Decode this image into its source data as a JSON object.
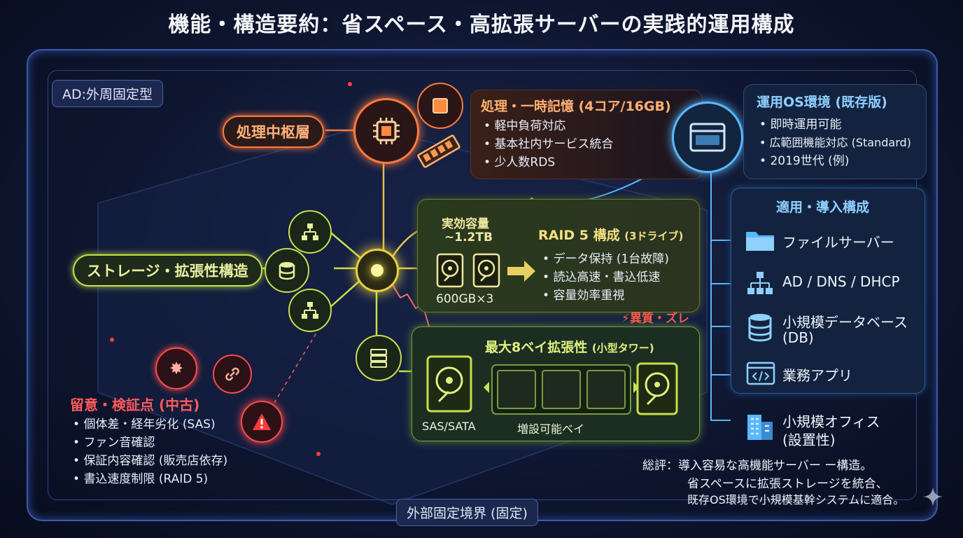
{
  "title": "機能・構造要約：省スペース・高拡張サーバーの実践的運用構成",
  "tag_ad": "AD:外周固定型",
  "tag_boundary": "外部固定境界 (固定)",
  "processing": {
    "pill": "処理中枢層",
    "heading": "処理・一時記憶 (4コア/16GB)",
    "items": [
      "軽中負荷対応",
      "基本社内サービス統合",
      "少人数RDS"
    ]
  },
  "os_env": {
    "heading": "運用OS環境 (既存版)",
    "items": [
      "即時運用可能",
      "広範囲機能対応 (Standard)",
      "2019世代 (例)"
    ]
  },
  "storage_pill": "ストレージ・拡張性構造",
  "capacity": {
    "label": "実効容量",
    "value": "~1.2TB",
    "drives": "600GB×3"
  },
  "raid": {
    "heading": "RAID 5 構成",
    "heading_note": "(3ドライブ)",
    "items": [
      "データ保持 (1台故障)",
      "読込高速・書込低速",
      "容量効率重視"
    ]
  },
  "expansion": {
    "heading": "最大8ベイ拡張性",
    "heading_note": "(小型タワー)",
    "warning": "異質・ズレ",
    "sas_label": "SAS/SATA",
    "bay_label": "増設可能ベイ"
  },
  "caution": {
    "heading": "留意・検証点 (中古)",
    "items": [
      "個体差・経年劣化 (SAS)",
      "ファン音確認",
      "保証内容確認 (販売店依存)",
      "書込速度制限 (RAID 5)"
    ]
  },
  "applications": {
    "heading": "適用・導入構成",
    "items": [
      {
        "icon": "folder-icon",
        "label": "ファイルサーバー"
      },
      {
        "icon": "network-icon",
        "label": "AD / DNS / DHCP"
      },
      {
        "icon": "database-icon",
        "label": "小規模データベース",
        "label2": "(DB)"
      },
      {
        "icon": "code-icon",
        "label": "業務アプリ"
      }
    ],
    "office_label": "小規模オフィス",
    "office_label2": "(設置性)"
  },
  "summary": {
    "line1": "総評：導入容易な高機能サーバー ー構造。",
    "line2": "省スペースに拡張ストレージを統合、",
    "line3": "既存OS環境で小規模基幹システムに適合。"
  },
  "colors": {
    "orange": "#ff7a3c",
    "green": "#c8e04a",
    "blue": "#5ab8ff",
    "red": "#ff4a4a"
  }
}
